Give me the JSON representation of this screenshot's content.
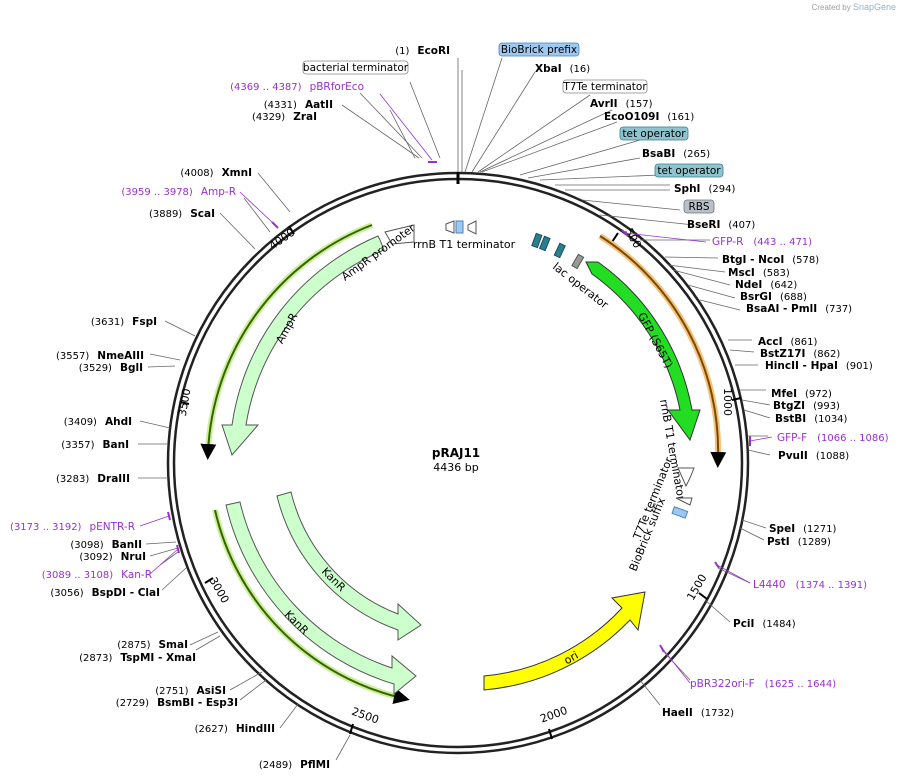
{
  "credit": {
    "prefix": "Created by",
    "brand": "SnapGene"
  },
  "plasmid": {
    "name": "pRAJ11",
    "length": "4436 bp"
  },
  "scale_ticks": [
    "500",
    "1000",
    "1500",
    "2000",
    "2500",
    "3000",
    "3500",
    "4000"
  ],
  "enzymes": [
    {
      "name": "EcoRI",
      "pos": "(1)",
      "side": "left"
    },
    {
      "name": "XbaI",
      "pos": "(16)",
      "side": "right"
    },
    {
      "name": "AvrII",
      "pos": "(157)",
      "side": "right"
    },
    {
      "name": "EcoO109I",
      "pos": "(161)",
      "side": "right"
    },
    {
      "name": "BsaBI",
      "pos": "(265)",
      "side": "right"
    },
    {
      "name": "SphI",
      "pos": "(294)",
      "side": "right"
    },
    {
      "name": "BseRI",
      "pos": "(407)",
      "side": "right"
    },
    {
      "name": "BtgI - NcoI",
      "pos": "(578)",
      "side": "right"
    },
    {
      "name": "MscI",
      "pos": "(583)",
      "side": "right"
    },
    {
      "name": "NdeI",
      "pos": "(642)",
      "side": "right"
    },
    {
      "name": "BsrGI",
      "pos": "(688)",
      "side": "right"
    },
    {
      "name": "BsaAI - PmlI",
      "pos": "(737)",
      "side": "right"
    },
    {
      "name": "AccI",
      "pos": "(861)",
      "side": "right"
    },
    {
      "name": "BstZ17I",
      "pos": "(862)",
      "side": "right"
    },
    {
      "name": "HincII - HpaI",
      "pos": "(901)",
      "side": "right"
    },
    {
      "name": "MfeI",
      "pos": "(972)",
      "side": "right"
    },
    {
      "name": "BtgZI",
      "pos": "(993)",
      "side": "right"
    },
    {
      "name": "BstBI",
      "pos": "(1034)",
      "side": "right"
    },
    {
      "name": "PvuII",
      "pos": "(1088)",
      "side": "right"
    },
    {
      "name": "SpeI",
      "pos": "(1271)",
      "side": "right"
    },
    {
      "name": "PstI",
      "pos": "(1289)",
      "side": "right"
    },
    {
      "name": "PciI",
      "pos": "(1484)",
      "side": "right"
    },
    {
      "name": "HaeII",
      "pos": "(1732)",
      "side": "right"
    },
    {
      "name": "PflMI",
      "pos": "(2489)",
      "side": "left"
    },
    {
      "name": "HindIII",
      "pos": "(2627)",
      "side": "left"
    },
    {
      "name": "BsmBI - Esp3I",
      "pos": "(2729)",
      "side": "left"
    },
    {
      "name": "AsiSI",
      "pos": "(2751)",
      "side": "left"
    },
    {
      "name": "TspMI - XmaI",
      "pos": "(2873)",
      "side": "left"
    },
    {
      "name": "SmaI",
      "pos": "(2875)",
      "side": "left"
    },
    {
      "name": "BspDI - ClaI",
      "pos": "(3056)",
      "side": "left"
    },
    {
      "name": "NruI",
      "pos": "(3092)",
      "side": "left"
    },
    {
      "name": "BanII",
      "pos": "(3098)",
      "side": "left"
    },
    {
      "name": "DraIII",
      "pos": "(3283)",
      "side": "left"
    },
    {
      "name": "BanI",
      "pos": "(3357)",
      "side": "left"
    },
    {
      "name": "AhdI",
      "pos": "(3409)",
      "side": "left"
    },
    {
      "name": "BglI",
      "pos": "(3529)",
      "side": "left"
    },
    {
      "name": "NmeAIII",
      "pos": "(3557)",
      "side": "left"
    },
    {
      "name": "FspI",
      "pos": "(3631)",
      "side": "left"
    },
    {
      "name": "ScaI",
      "pos": "(3889)",
      "side": "left"
    },
    {
      "name": "XmnI",
      "pos": "(4008)",
      "side": "left"
    },
    {
      "name": "ZraI",
      "pos": "(4329)",
      "side": "left"
    },
    {
      "name": "AatII",
      "pos": "(4331)",
      "side": "left"
    }
  ],
  "primers": [
    {
      "name": "pBRforEco",
      "range": "(4369 .. 4387)",
      "side": "left"
    },
    {
      "name": "Amp-R",
      "range": "(3959 .. 3978)",
      "side": "left"
    },
    {
      "name": "GFP-R",
      "range": "(443 .. 471)",
      "side": "right"
    },
    {
      "name": "GFP-F",
      "range": "(1066 .. 1086)",
      "side": "right"
    },
    {
      "name": "L4440",
      "range": "(1374 .. 1391)",
      "side": "right"
    },
    {
      "name": "pBR322ori-F",
      "range": "(1625 .. 1644)",
      "side": "right"
    },
    {
      "name": "pENTR-R",
      "range": "(3173 .. 3192)",
      "side": "left"
    },
    {
      "name": "Kan-R",
      "range": "(3089 .. 3108)",
      "side": "left"
    }
  ],
  "boxed_features": [
    {
      "name": "BioBrick prefix",
      "fill": "#9ec8f0",
      "stroke": "#4a82c0"
    },
    {
      "name": "bacterial terminator",
      "fill": "#ffffff",
      "stroke": "#888888"
    },
    {
      "name": "T7Te terminator",
      "fill": "#ffffff",
      "stroke": "#888888"
    },
    {
      "name": "tet operator",
      "fill": "#8fc4cf",
      "stroke": "#3a7f8f"
    },
    {
      "name": "tet operator",
      "fill": "#8fc4cf",
      "stroke": "#3a7f8f"
    },
    {
      "name": "RBS",
      "fill": "#b9c0c8",
      "stroke": "#6e767e"
    }
  ],
  "features": {
    "gfp": "GFP (S65T)",
    "ori": "ori",
    "ampr": "AmpR",
    "ampr_promoter": "AmpR promoter",
    "kanr_outer": "KanR",
    "kanr_inner": "KanR",
    "rrnb_t1_top": "rrnB T1 terminator",
    "rrnb_t1_right": "rrnB T1 terminator",
    "lac_operator": "lac operator",
    "t7te_right": "T7Te terminator",
    "biobrick_suffix": "BioBrick suffix"
  },
  "colors": {
    "primer": "#9a2fcf",
    "gfp": "#22dd22",
    "ori": "#ffff00",
    "resistance": "#ccffcc",
    "orange_marker": "#ffa500"
  }
}
